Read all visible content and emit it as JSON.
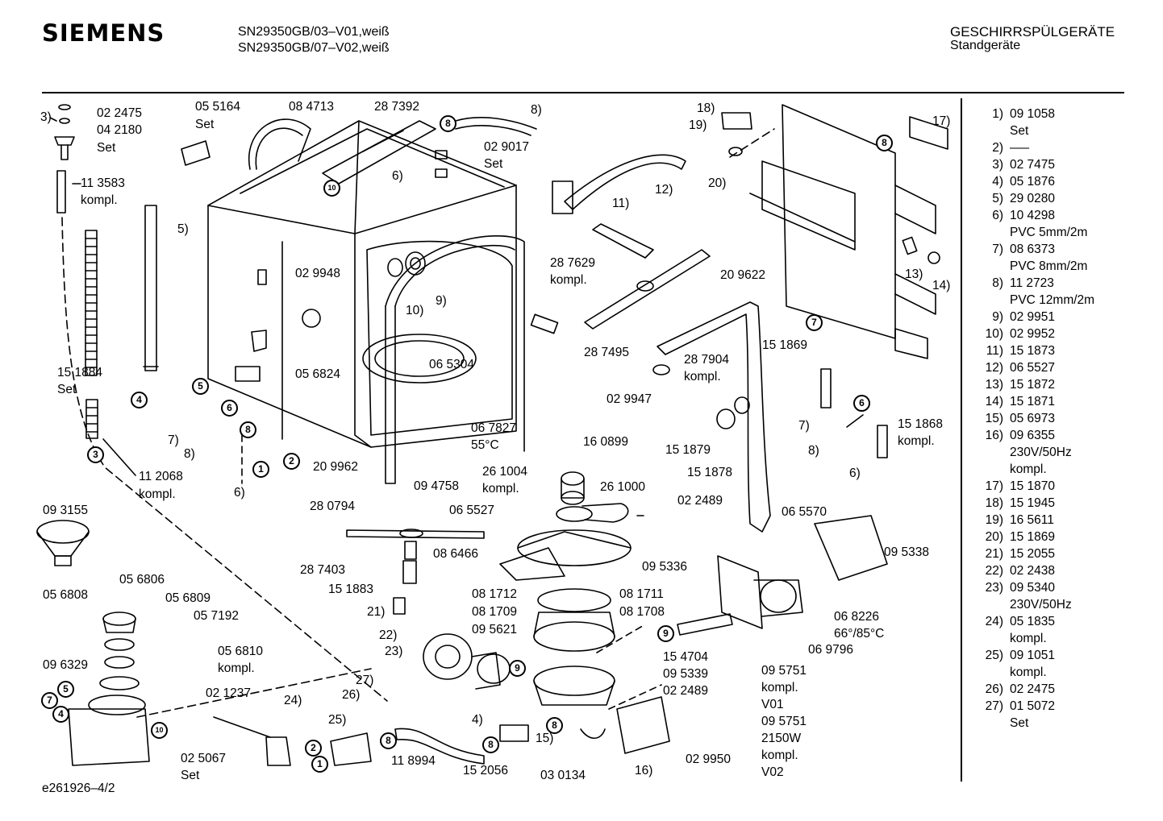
{
  "header": {
    "brand": "SIEMENS",
    "models": [
      "SN29350GB/03–V01,weiß",
      "SN29350GB/07–V02,weiß"
    ],
    "category": "GESCHIRRSPÜLGERÄTE",
    "subcategory": "Standgeräte"
  },
  "labels": [
    {
      "id": "l1",
      "text": "3)"
    },
    {
      "id": "l2",
      "text": "02 2475"
    },
    {
      "id": "l3",
      "text": "04 2180"
    },
    {
      "id": "l4",
      "text": "Set"
    },
    {
      "id": "l5",
      "text": "11 3583"
    },
    {
      "id": "l6",
      "text": "kompl."
    },
    {
      "id": "l7",
      "text": "05 5164"
    },
    {
      "id": "l8",
      "text": "Set"
    },
    {
      "id": "l9",
      "text": "08 4713"
    },
    {
      "id": "l10",
      "text": "28 7392"
    },
    {
      "id": "l11",
      "text": "8)"
    },
    {
      "id": "l12",
      "text": "02 9017"
    },
    {
      "id": "l13",
      "text": "Set"
    },
    {
      "id": "l14",
      "text": "6)"
    },
    {
      "id": "l15",
      "text": "5)"
    },
    {
      "id": "l16",
      "text": "02 9948"
    },
    {
      "id": "l17",
      "text": "10)"
    },
    {
      "id": "l18",
      "text": "9)"
    },
    {
      "id": "l19",
      "text": "15 1884"
    },
    {
      "id": "l20",
      "text": "Set"
    },
    {
      "id": "l21",
      "text": "05 6824"
    },
    {
      "id": "l22",
      "text": "06 5304"
    },
    {
      "id": "l23",
      "text": "7)"
    },
    {
      "id": "l24",
      "text": "8)"
    },
    {
      "id": "l25",
      "text": "06 7827"
    },
    {
      "id": "l26",
      "text": "55°C"
    },
    {
      "id": "l27",
      "text": "11 2068"
    },
    {
      "id": "l28",
      "text": "kompl."
    },
    {
      "id": "l29",
      "text": "20 9962"
    },
    {
      "id": "l30",
      "text": "6)"
    },
    {
      "id": "l31",
      "text": "28 0794"
    },
    {
      "id": "l32",
      "text": "09 4758"
    },
    {
      "id": "l33",
      "text": "09 3155"
    },
    {
      "id": "l34",
      "text": "16 0899"
    },
    {
      "id": "l35",
      "text": "26 1004"
    },
    {
      "id": "l36",
      "text": "kompl."
    },
    {
      "id": "l37",
      "text": "26 1000"
    },
    {
      "id": "l38",
      "text": "06 5527"
    },
    {
      "id": "l39",
      "text": "28 7403"
    },
    {
      "id": "l40",
      "text": "08 6466"
    },
    {
      "id": "l41",
      "text": "15 1883"
    },
    {
      "id": "l42",
      "text": "21)"
    },
    {
      "id": "l43",
      "text": "22)"
    },
    {
      "id": "l44",
      "text": "23)"
    },
    {
      "id": "l45",
      "text": "08 1712"
    },
    {
      "id": "l46",
      "text": "08 1711"
    },
    {
      "id": "l47",
      "text": "08 1709"
    },
    {
      "id": "l48",
      "text": "08 1708"
    },
    {
      "id": "l49",
      "text": "09 5621"
    },
    {
      "id": "l50",
      "text": "05 6806"
    },
    {
      "id": "l51",
      "text": "05 6808"
    },
    {
      "id": "l52",
      "text": "05 6809"
    },
    {
      "id": "l53",
      "text": "05 7192"
    },
    {
      "id": "l54",
      "text": "05 6810"
    },
    {
      "id": "l55",
      "text": "kompl."
    },
    {
      "id": "l56",
      "text": "09 6329"
    },
    {
      "id": "l57",
      "text": "02 1237"
    },
    {
      "id": "l58",
      "text": "27)"
    },
    {
      "id": "l59",
      "text": "26)"
    },
    {
      "id": "l60",
      "text": "25)"
    },
    {
      "id": "l61",
      "text": "24)"
    },
    {
      "id": "l62",
      "text": "02 5067"
    },
    {
      "id": "l63",
      "text": "Set"
    },
    {
      "id": "l64",
      "text": "11 8994"
    },
    {
      "id": "l65",
      "text": "15 2056"
    },
    {
      "id": "l66",
      "text": "03 0134"
    },
    {
      "id": "l67",
      "text": "4)"
    },
    {
      "id": "l68",
      "text": "15)"
    },
    {
      "id": "l69",
      "text": "16)"
    },
    {
      "id": "l70",
      "text": "15 4704"
    },
    {
      "id": "l71",
      "text": "09 5339"
    },
    {
      "id": "l72",
      "text": "02 2489"
    },
    {
      "id": "l73",
      "text": "02 9950"
    },
    {
      "id": "l74",
      "text": "18)"
    },
    {
      "id": "l75",
      "text": "19)"
    },
    {
      "id": "l76",
      "text": "20)"
    },
    {
      "id": "l77",
      "text": "11)"
    },
    {
      "id": "l78",
      "text": "12)"
    },
    {
      "id": "l79",
      "text": "28 7629"
    },
    {
      "id": "l80",
      "text": "kompl."
    },
    {
      "id": "l81",
      "text": "28 7495"
    },
    {
      "id": "l82",
      "text": "28 7904"
    },
    {
      "id": "l83",
      "text": "kompl."
    },
    {
      "id": "l84",
      "text": "02 9947"
    },
    {
      "id": "l85",
      "text": "15 1879"
    },
    {
      "id": "l86",
      "text": "15 1878"
    },
    {
      "id": "l87",
      "text": "02 2489"
    },
    {
      "id": "l88",
      "text": "20 9622"
    },
    {
      "id": "l89",
      "text": "17)"
    },
    {
      "id": "l90",
      "text": "13)"
    },
    {
      "id": "l91",
      "text": "14)"
    },
    {
      "id": "l92",
      "text": "15 1869"
    },
    {
      "id": "l93",
      "text": "7)"
    },
    {
      "id": "l94",
      "text": "8)"
    },
    {
      "id": "l95",
      "text": "6)"
    },
    {
      "id": "l96",
      "text": "15 1868"
    },
    {
      "id": "l97",
      "text": "kompl."
    },
    {
      "id": "l98",
      "text": "06 5570"
    },
    {
      "id": "l99",
      "text": "09 5338"
    },
    {
      "id": "l100",
      "text": "09 5336"
    },
    {
      "id": "l101",
      "text": "06 8226"
    },
    {
      "id": "l102",
      "text": "66°/85°C"
    },
    {
      "id": "l103",
      "text": "06 9796"
    },
    {
      "id": "l104",
      "text": "09 5751"
    },
    {
      "id": "l105",
      "text": "kompl."
    },
    {
      "id": "l106",
      "text": "V01"
    },
    {
      "id": "l107",
      "text": "09 5751"
    },
    {
      "id": "l108",
      "text": "2150W"
    },
    {
      "id": "l109",
      "text": "kompl."
    },
    {
      "id": "l110",
      "text": "V02"
    }
  ],
  "circled": [
    {
      "id": "c1",
      "text": "8"
    },
    {
      "id": "c2",
      "text": "10"
    },
    {
      "id": "c3",
      "text": "4"
    },
    {
      "id": "c4",
      "text": "5"
    },
    {
      "id": "c5",
      "text": "6"
    },
    {
      "id": "c6",
      "text": "8"
    },
    {
      "id": "c7",
      "text": "1"
    },
    {
      "id": "c8",
      "text": "2"
    },
    {
      "id": "c9",
      "text": "3"
    },
    {
      "id": "c10",
      "text": "5"
    },
    {
      "id": "c11",
      "text": "7"
    },
    {
      "id": "c12",
      "text": "4"
    },
    {
      "id": "c13",
      "text": "10"
    },
    {
      "id": "c14",
      "text": "2"
    },
    {
      "id": "c15",
      "text": "1"
    },
    {
      "id": "c16",
      "text": "8"
    },
    {
      "id": "c17",
      "text": "8"
    },
    {
      "id": "c18",
      "text": "9"
    },
    {
      "id": "c19",
      "text": "8"
    },
    {
      "id": "c20",
      "text": "9"
    },
    {
      "id": "c21",
      "text": "8"
    },
    {
      "id": "c22",
      "text": "7"
    },
    {
      "id": "c23",
      "text": "6"
    }
  ],
  "legend": [
    {
      "num": "1)",
      "code": "09 1058",
      "extra": [
        "Set"
      ]
    },
    {
      "num": "2)",
      "code": "—–",
      "extra": []
    },
    {
      "num": "3)",
      "code": "02 7475",
      "extra": []
    },
    {
      "num": "4)",
      "code": "05 1876",
      "extra": []
    },
    {
      "num": "5)",
      "code": "29 0280",
      "extra": []
    },
    {
      "num": "6)",
      "code": "10 4298",
      "extra": [
        "PVC 5mm/2m"
      ]
    },
    {
      "num": "7)",
      "code": "08 6373",
      "extra": [
        "PVC 8mm/2m"
      ]
    },
    {
      "num": "8)",
      "code": "11 2723",
      "extra": [
        "PVC 12mm/2m"
      ]
    },
    {
      "num": "9)",
      "code": "02 9951",
      "extra": []
    },
    {
      "num": "10)",
      "code": "02 9952",
      "extra": []
    },
    {
      "num": "11)",
      "code": "15 1873",
      "extra": []
    },
    {
      "num": "12)",
      "code": "06 5527",
      "extra": []
    },
    {
      "num": "13)",
      "code": "15 1872",
      "extra": []
    },
    {
      "num": "14)",
      "code": "15 1871",
      "extra": []
    },
    {
      "num": "15)",
      "code": "05 6973",
      "extra": []
    },
    {
      "num": "16)",
      "code": "09 6355",
      "extra": [
        "230V/50Hz",
        "kompl."
      ]
    },
    {
      "num": "17)",
      "code": "15 1870",
      "extra": []
    },
    {
      "num": "18)",
      "code": "15 1945",
      "extra": []
    },
    {
      "num": "19)",
      "code": "16 5611",
      "extra": []
    },
    {
      "num": "20)",
      "code": "15 1869",
      "extra": []
    },
    {
      "num": "21)",
      "code": "15 2055",
      "extra": []
    },
    {
      "num": "22)",
      "code": "02 2438",
      "extra": []
    },
    {
      "num": "23)",
      "code": "09 5340",
      "extra": [
        "230V/50Hz"
      ]
    },
    {
      "num": "24)",
      "code": "05 1835",
      "extra": [
        "kompl."
      ]
    },
    {
      "num": "25)",
      "code": "09 1051",
      "extra": [
        "kompl."
      ]
    },
    {
      "num": "26)",
      "code": "02 2475",
      "extra": []
    },
    {
      "num": "27)",
      "code": "01 5072",
      "extra": [
        "Set"
      ]
    }
  ],
  "footer": "e261926–4/2"
}
